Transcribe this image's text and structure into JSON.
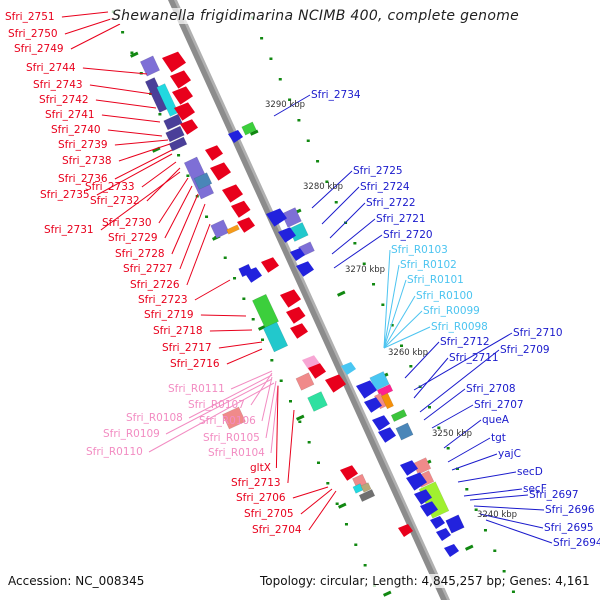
{
  "title": "Shewanella frigidimarina NCIMB 400, complete genome",
  "footer": {
    "accession": "Accession: NC_008345",
    "summary": "Topology: circular; Length: 4,845,257 bp; Genes: 4,161"
  },
  "colors": {
    "forward_label": "#e8001c",
    "reverse_label": "#1a1acc",
    "rrna_forward_label": "#f28cc2",
    "rrna_reverse_label": "#4cc4f0",
    "backbone": "#8a8a8a",
    "ruler_tick": "#118811"
  },
  "kbp_markers": [
    "3290 kbp",
    "3280 kbp",
    "3270 kbp",
    "3260 kbp",
    "3250 kbp",
    "3240 kbp"
  ],
  "left_labels": [
    {
      "name": "Sfri_2751",
      "kind": "forward"
    },
    {
      "name": "Sfri_2750",
      "kind": "forward"
    },
    {
      "name": "Sfri_2749",
      "kind": "forward"
    },
    {
      "name": "Sfri_2744",
      "kind": "forward"
    },
    {
      "name": "Sfri_2743",
      "kind": "forward"
    },
    {
      "name": "Sfri_2742",
      "kind": "forward"
    },
    {
      "name": "Sfri_2741",
      "kind": "forward"
    },
    {
      "name": "Sfri_2740",
      "kind": "forward"
    },
    {
      "name": "Sfri_2739",
      "kind": "forward"
    },
    {
      "name": "Sfri_2738",
      "kind": "forward"
    },
    {
      "name": "Sfri_2736",
      "kind": "forward"
    },
    {
      "name": "Sfri_2735",
      "kind": "forward"
    },
    {
      "name": "Sfri_2733",
      "kind": "forward"
    },
    {
      "name": "Sfri_2732",
      "kind": "forward"
    },
    {
      "name": "Sfri_2731",
      "kind": "forward"
    },
    {
      "name": "Sfri_2730",
      "kind": "forward"
    },
    {
      "name": "Sfri_2729",
      "kind": "forward"
    },
    {
      "name": "Sfri_2728",
      "kind": "forward"
    },
    {
      "name": "Sfri_2727",
      "kind": "forward"
    },
    {
      "name": "Sfri_2726",
      "kind": "forward"
    },
    {
      "name": "Sfri_2723",
      "kind": "forward"
    },
    {
      "name": "Sfri_2719",
      "kind": "forward"
    },
    {
      "name": "Sfri_2718",
      "kind": "forward"
    },
    {
      "name": "Sfri_2717",
      "kind": "forward"
    },
    {
      "name": "Sfri_2716",
      "kind": "forward"
    },
    {
      "name": "Sfri_R0111",
      "kind": "rrna"
    },
    {
      "name": "Sfri_R0107",
      "kind": "rrna"
    },
    {
      "name": "Sfri_R0108",
      "kind": "rrna"
    },
    {
      "name": "Sfri_R0106",
      "kind": "rrna"
    },
    {
      "name": "Sfri_R0109",
      "kind": "rrna"
    },
    {
      "name": "Sfri_R0105",
      "kind": "rrna"
    },
    {
      "name": "Sfri_R0110",
      "kind": "rrna"
    },
    {
      "name": "Sfri_R0104",
      "kind": "rrna"
    },
    {
      "name": "gltX",
      "kind": "forward"
    },
    {
      "name": "Sfri_2713",
      "kind": "forward"
    },
    {
      "name": "Sfri_2706",
      "kind": "forward"
    },
    {
      "name": "Sfri_2705",
      "kind": "forward"
    },
    {
      "name": "Sfri_2704",
      "kind": "forward"
    }
  ],
  "right_labels": [
    {
      "name": "Sfri_2734",
      "kind": "reverse"
    },
    {
      "name": "Sfri_2725",
      "kind": "reverse"
    },
    {
      "name": "Sfri_2724",
      "kind": "reverse"
    },
    {
      "name": "Sfri_2722",
      "kind": "reverse"
    },
    {
      "name": "Sfri_2721",
      "kind": "reverse"
    },
    {
      "name": "Sfri_2720",
      "kind": "reverse"
    },
    {
      "name": "Sfri_R0103",
      "kind": "rrna"
    },
    {
      "name": "Sfri_R0102",
      "kind": "rrna"
    },
    {
      "name": "Sfri_R0101",
      "kind": "rrna"
    },
    {
      "name": "Sfri_R0100",
      "kind": "rrna"
    },
    {
      "name": "Sfri_R0099",
      "kind": "rrna"
    },
    {
      "name": "Sfri_R0098",
      "kind": "rrna"
    },
    {
      "name": "Sfri_2712",
      "kind": "reverse"
    },
    {
      "name": "Sfri_2710",
      "kind": "reverse"
    },
    {
      "name": "Sfri_2711",
      "kind": "reverse"
    },
    {
      "name": "Sfri_2709",
      "kind": "reverse"
    },
    {
      "name": "Sfri_2708",
      "kind": "reverse"
    },
    {
      "name": "Sfri_2707",
      "kind": "reverse"
    },
    {
      "name": "queA",
      "kind": "reverse"
    },
    {
      "name": "tgt",
      "kind": "reverse"
    },
    {
      "name": "yajC",
      "kind": "reverse"
    },
    {
      "name": "secD",
      "kind": "reverse"
    },
    {
      "name": "secF",
      "kind": "reverse"
    },
    {
      "name": "Sfri_2697",
      "kind": "reverse"
    },
    {
      "name": "Sfri_2696",
      "kind": "reverse"
    },
    {
      "name": "Sfri_2695",
      "kind": "reverse"
    },
    {
      "name": "Sfri_2694",
      "kind": "reverse"
    }
  ]
}
